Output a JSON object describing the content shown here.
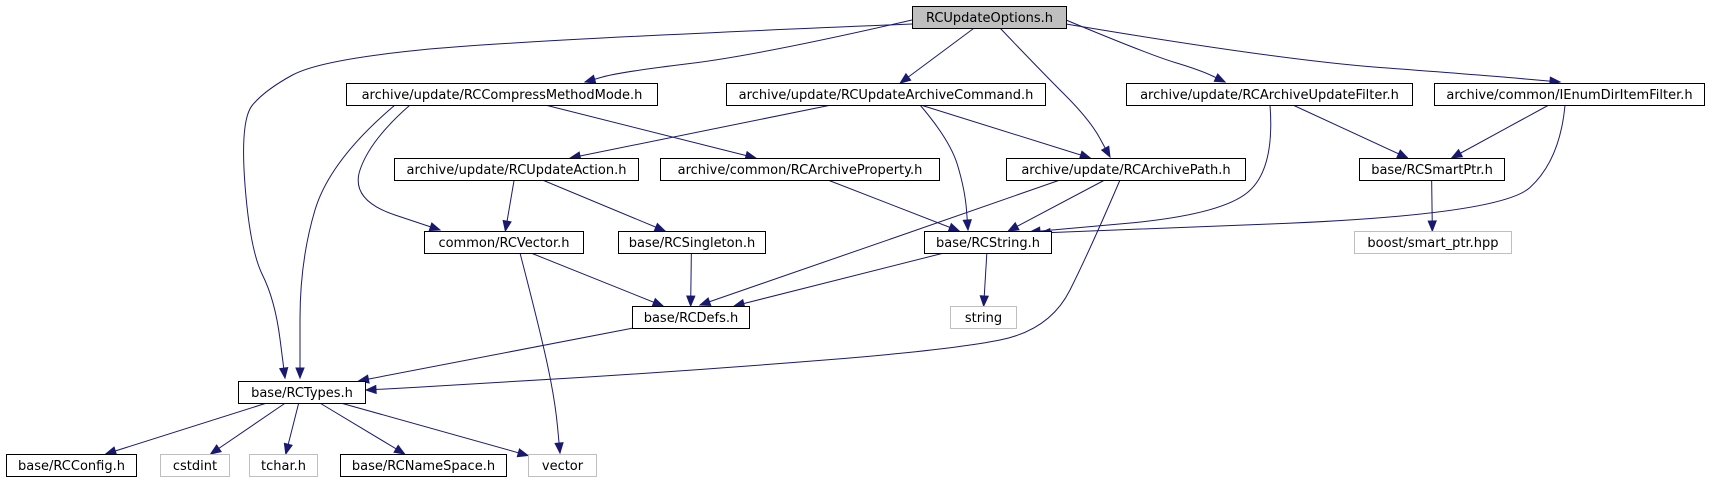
{
  "nodes": [
    {
      "id": "root",
      "label": "RCUpdateOptions.h",
      "kind": "root"
    },
    {
      "id": "compress",
      "label": "archive/update/RCCompressMethodMode.h",
      "kind": "file"
    },
    {
      "id": "updcmd",
      "label": "archive/update/RCUpdateArchiveCommand.h",
      "kind": "file"
    },
    {
      "id": "updfilter",
      "label": "archive/update/RCArchiveUpdateFilter.h",
      "kind": "file"
    },
    {
      "id": "ienum",
      "label": "archive/common/IEnumDirItemFilter.h",
      "kind": "file"
    },
    {
      "id": "updaction",
      "label": "archive/update/RCUpdateAction.h",
      "kind": "file"
    },
    {
      "id": "archprop",
      "label": "archive/common/RCArchiveProperty.h",
      "kind": "file"
    },
    {
      "id": "archpath",
      "label": "archive/update/RCArchivePath.h",
      "kind": "file"
    },
    {
      "id": "smartptr",
      "label": "base/RCSmartPtr.h",
      "kind": "file"
    },
    {
      "id": "vector_h",
      "label": "common/RCVector.h",
      "kind": "file"
    },
    {
      "id": "singleton",
      "label": "base/RCSingleton.h",
      "kind": "file"
    },
    {
      "id": "rcstring",
      "label": "base/RCString.h",
      "kind": "file"
    },
    {
      "id": "boostsp",
      "label": "boost/smart_ptr.hpp",
      "kind": "external"
    },
    {
      "id": "rcdefs",
      "label": "base/RCDefs.h",
      "kind": "file"
    },
    {
      "id": "string",
      "label": "string",
      "kind": "external"
    },
    {
      "id": "rctypes",
      "label": "base/RCTypes.h",
      "kind": "file"
    },
    {
      "id": "rcconfig",
      "label": "base/RCConfig.h",
      "kind": "file"
    },
    {
      "id": "cstdint",
      "label": "cstdint",
      "kind": "external"
    },
    {
      "id": "tchar",
      "label": "tchar.h",
      "kind": "external"
    },
    {
      "id": "rcns",
      "label": "base/RCNameSpace.h",
      "kind": "file"
    },
    {
      "id": "vector",
      "label": "vector",
      "kind": "external"
    }
  ],
  "edges": [
    {
      "from": "root",
      "to": "compress"
    },
    {
      "from": "root",
      "to": "updcmd"
    },
    {
      "from": "root",
      "to": "updfilter"
    },
    {
      "from": "root",
      "to": "ienum"
    },
    {
      "from": "root",
      "to": "archpath"
    },
    {
      "from": "root",
      "to": "rctypes"
    },
    {
      "from": "compress",
      "to": "archprop"
    },
    {
      "from": "compress",
      "to": "vector_h"
    },
    {
      "from": "compress",
      "to": "rctypes"
    },
    {
      "from": "updcmd",
      "to": "updaction"
    },
    {
      "from": "updcmd",
      "to": "archpath"
    },
    {
      "from": "updcmd",
      "to": "rcstring"
    },
    {
      "from": "updfilter",
      "to": "smartptr"
    },
    {
      "from": "updfilter",
      "to": "rcstring"
    },
    {
      "from": "ienum",
      "to": "smartptr"
    },
    {
      "from": "ienum",
      "to": "rcstring"
    },
    {
      "from": "updaction",
      "to": "vector_h"
    },
    {
      "from": "updaction",
      "to": "singleton"
    },
    {
      "from": "archprop",
      "to": "rcstring"
    },
    {
      "from": "archpath",
      "to": "rcstring"
    },
    {
      "from": "archpath",
      "to": "rcdefs"
    },
    {
      "from": "archpath",
      "to": "rctypes"
    },
    {
      "from": "smartptr",
      "to": "boostsp"
    },
    {
      "from": "vector_h",
      "to": "rcdefs"
    },
    {
      "from": "vector_h",
      "to": "vector"
    },
    {
      "from": "singleton",
      "to": "rcdefs"
    },
    {
      "from": "rcstring",
      "to": "rcdefs"
    },
    {
      "from": "rcstring",
      "to": "string"
    },
    {
      "from": "rcdefs",
      "to": "rctypes"
    },
    {
      "from": "rctypes",
      "to": "rcconfig"
    },
    {
      "from": "rctypes",
      "to": "cstdint"
    },
    {
      "from": "rctypes",
      "to": "tchar"
    },
    {
      "from": "rctypes",
      "to": "rcns"
    },
    {
      "from": "rctypes",
      "to": "vector"
    }
  ]
}
